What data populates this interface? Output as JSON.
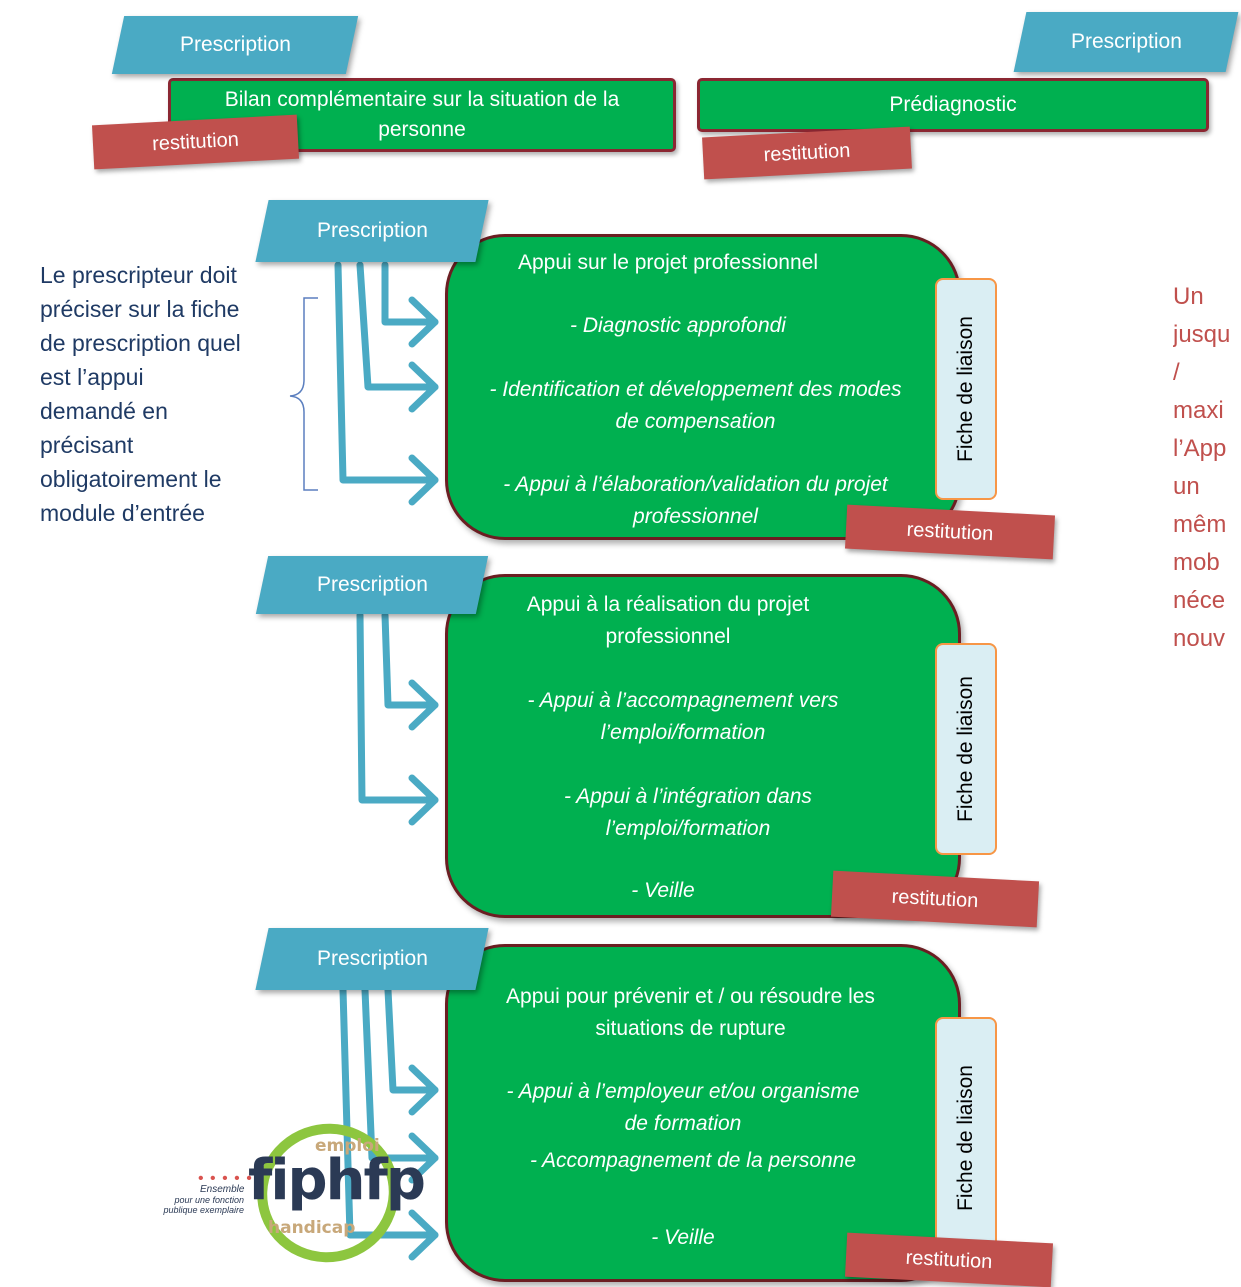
{
  "top": {
    "left_prescription": "Prescription",
    "left_box": "Bilan complémentaire sur la situation de la personne",
    "left_restitution": "restitution",
    "right_prescription": "Prescription",
    "right_box": "Prédiagnostic",
    "right_restitution": "restitution"
  },
  "side_note": "Le prescripteur doit préciser sur la fiche de prescription quel est l’appui demandé en précisant obligatoirement le module d’entrée",
  "right_note": {
    "lines": [
      "Un",
      "jusqu",
      "/",
      "maxi",
      "l’App",
      "un",
      "mêm",
      "mob",
      "néce",
      "nouv"
    ]
  },
  "modules": [
    {
      "prescription": "Prescription",
      "title": "Appui sur le projet professionnel",
      "items": [
        "-      Diagnostic approfondi",
        "-      Identification et développement des modes de compensation",
        "-      Appui à l’élaboration/validation du projet professionnel"
      ],
      "fiche": "Fiche de liaison",
      "restitution": "restitution"
    },
    {
      "prescription": "Prescription",
      "title": "Appui à la réalisation du  projet professionnel",
      "items": [
        "-      Appui à l’accompagnement vers l’emploi/formation",
        "-      Appui à l’intégration dans l’emploi/formation",
        "- Veille"
      ],
      "fiche": "Fiche de liaison",
      "restitution": "restitution"
    },
    {
      "prescription": "Prescription",
      "title": "Appui pour prévenir et / ou résoudre les situations de rupture",
      "items": [
        "-      Appui  à l’employeur et/ou organisme de formation",
        "-      Accompagnement de la personne",
        "-      Veille"
      ],
      "fiche": "Fiche de liaison",
      "restitution": "restitution"
    }
  ],
  "logo": {
    "name": "fiphfp",
    "top_word": "emploi",
    "bottom_word": "handicap",
    "tagline_1": "Ensemble",
    "tagline_2": "pour une fonction",
    "tagline_3": "publique exemplaire"
  },
  "colors": {
    "prescription": "#4aaac4",
    "restitution": "#c0504d",
    "module_box": "#00b050",
    "module_border": "#6b1e22",
    "fiche_bg": "#daeef3",
    "fiche_border": "#f79646",
    "arrow": "#4aaac4",
    "side_text": "#1f3a64",
    "right_text": "#c0504d"
  }
}
